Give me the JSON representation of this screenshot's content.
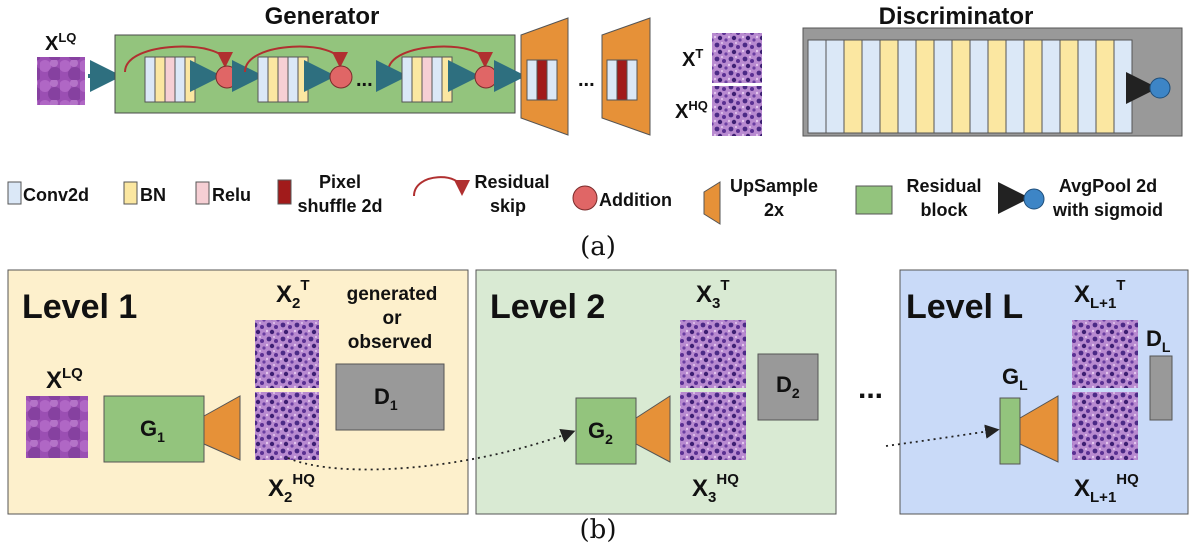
{
  "panel_a": {
    "title_generator": "Generator",
    "title_discriminator": "Discriminator",
    "input_label": "X",
    "input_sup": "LQ",
    "output_t_label": "X",
    "output_t_sup": "T",
    "output_hq_label": "X",
    "output_hq_sup": "HQ",
    "ellipsis": "...",
    "caption": "(a)"
  },
  "legend": {
    "conv2d": "Conv2d",
    "bn": "BN",
    "relu": "Relu",
    "pixel_shuffle_line1": "Pixel",
    "pixel_shuffle_line2": "shuffle 2d",
    "residual_skip_line1": "Residual",
    "residual_skip_line2": "skip",
    "addition": "Addition",
    "upsample_line1": "UpSample",
    "upsample_line2": "2x",
    "residual_block_line1": "Residual",
    "residual_block_line2": "block",
    "avgpool_line1": "AvgPool 2d",
    "avgpool_line2": "with sigmoid"
  },
  "panel_b": {
    "level1_title": "Level 1",
    "level2_title": "Level 2",
    "levelL_title": "Level L",
    "level_ellipsis": "...",
    "caption": "(b)",
    "l1": {
      "xlq": "X",
      "xlq_sup": "LQ",
      "g": "G",
      "g_sub": "1",
      "d": "D",
      "d_sub": "1",
      "xt": "X",
      "xt_sub": "2",
      "xt_sup": "T",
      "xhq": "X",
      "xhq_sub": "2",
      "xhq_sup": "HQ",
      "note_line1": "generated",
      "note_line2": "or",
      "note_line3": "observed"
    },
    "l2": {
      "g": "G",
      "g_sub": "2",
      "d": "D",
      "d_sub": "2",
      "xt": "X",
      "xt_sub": "3",
      "xt_sup": "T",
      "xhq": "X",
      "xhq_sub": "3",
      "xhq_sup": "HQ"
    },
    "lL": {
      "g": "G",
      "g_sub": "L",
      "d": "D",
      "d_sub": "L",
      "xt": "X",
      "xt_sub": "L+1",
      "xt_sup": "T",
      "xhq": "X",
      "xhq_sub": "L+1",
      "xhq_sup": "HQ"
    }
  },
  "colors": {
    "conv": "#dbe8f7",
    "bn": "#fbe7a1",
    "relu": "#f6cfd4",
    "pixel_shuffle": "#a11b1b",
    "addition": "#e06666",
    "upsample": "#e69138",
    "residual_green": "#93c47d",
    "level1_bg": "#fdf0cc",
    "level2_bg": "#d9ead3",
    "levelL_bg": "#c9daf8",
    "disc_bg": "#999999",
    "tissue_purple": "#7a3d9a"
  }
}
